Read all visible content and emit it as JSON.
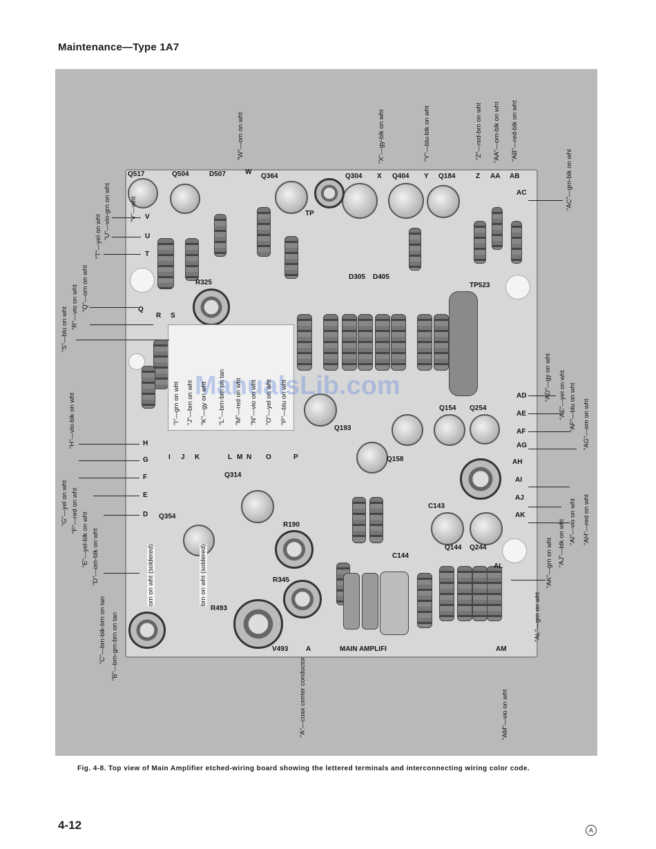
{
  "header": {
    "title": "Maintenance—Type 1A7"
  },
  "watermark": "ManualsLib.com",
  "board": {
    "components": {
      "Q517": "Q517",
      "Q504": "Q504",
      "D507": "D507",
      "Q364": "Q364",
      "Q304": "Q304",
      "Q404": "Q404",
      "Q184": "Q184",
      "R325": "R325",
      "D305": "D305",
      "D405": "D405",
      "TP523": "TP523",
      "TP": "TP",
      "Q193": "Q193",
      "Q158": "Q158",
      "Q154": "Q154",
      "Q254": "Q254",
      "C143": "C143",
      "C144": "C144",
      "Q144": "Q144",
      "Q244": "Q244",
      "Q314": "Q314",
      "Q354": "Q354",
      "R190": "R190",
      "R345": "R345",
      "R493": "R493",
      "V493": "V493",
      "main_amplifier": "MAIN AMPLIFI"
    },
    "terminals_left": [
      "V",
      "U",
      "T",
      "S",
      "R",
      "Q",
      "H",
      "G",
      "F",
      "E",
      "D"
    ],
    "terminals_right": [
      "AC",
      "AD",
      "AE",
      "AF",
      "AG",
      "AH",
      "AI",
      "AJ",
      "AK",
      "AL",
      "AM"
    ],
    "terminals_top": [
      "W",
      "X",
      "Y",
      "Z",
      "AA",
      "AB"
    ],
    "box_terminals": [
      "I",
      "J",
      "K",
      "L",
      "M",
      "N",
      "O",
      "P"
    ],
    "bottom_terminal": "A"
  },
  "wire_labels": {
    "left": [
      "\"V\"—wht",
      "\"U\"—vio-grn on wht",
      "\"T\"—yel on wht",
      "\"Q\"—orn on wht",
      "\"R\"—vio on wht",
      "\"S\"—blu on wht",
      "\"H\"—vio-blk on wht",
      "\"G\"—yel on wht",
      "\"F\"—red on wht",
      "\"E\"—yel-blk on wht",
      "\"D\"—orn-blk on wht",
      "\"C\"—brn-blk-brn on tan",
      "\"B\"—brn-grn-brn on tan"
    ],
    "top": [
      "\"W\"—orn on wht",
      "\"X\"—gy-blk on wht",
      "\"Y\"—blu-blk on wht",
      "\"Z\"—red-brn on wht",
      "\"AA\"—orn-blk on wht",
      "\"AB\"—red-blk on wht",
      "\"AC\"—grn-blk on wht"
    ],
    "right": [
      "\"AD\"—gy on wht",
      "\"AE\"—yel on wht",
      "\"AF\"—blu on wht",
      "\"AG\"—orn on wht",
      "\"AH\"—red on wht",
      "\"AI\"—vio on wht",
      "\"AJ\"—blk on wht",
      "\"AK\"—grn on wht",
      "\"AL\"—grn on wht"
    ],
    "box": [
      "\"I\"—grn on wht",
      "\"J\"—brn on wht",
      "\"K\"—gy on wht",
      "\"L\"—brn-brn on tan",
      "\"M\"—red on wht",
      "\"N\"—vio on wht",
      "\"O\"—yel on wht",
      "\"P\"—blu on wht"
    ],
    "soldered": [
      "orn on wht (soldered)",
      "brn on wht (soldered)"
    ],
    "bottom": [
      "\"A\"—coax center conductor",
      "\"AM\"—vio on wht"
    ]
  },
  "caption": "Fig. 4-8. Top view of Main Amplifier etched-wiring board showing the lettered terminals and interconnecting wiring color code.",
  "page_number": "4-12",
  "revision_mark": "A"
}
